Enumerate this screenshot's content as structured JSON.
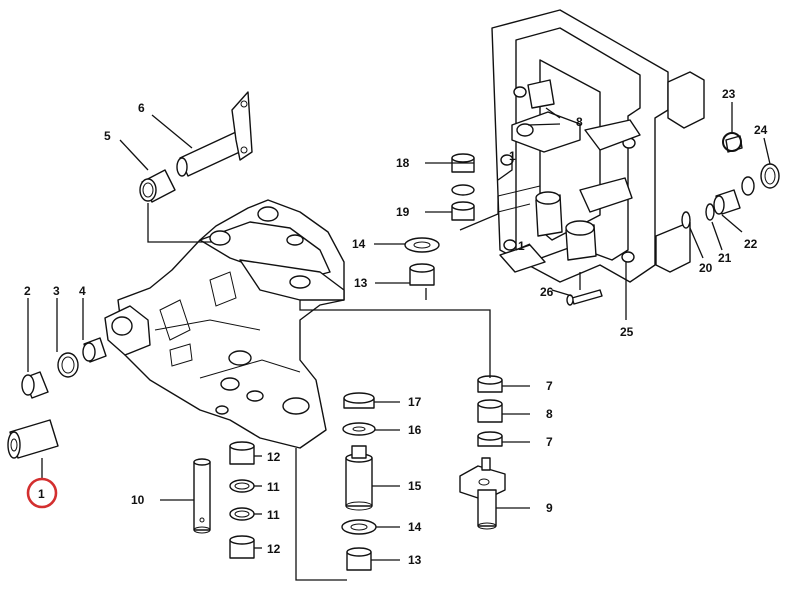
{
  "highlight_color": "#d32f2f",
  "callouts": [
    {
      "id": "c1",
      "label": "1",
      "highlighted": true
    },
    {
      "id": "c2",
      "label": "2"
    },
    {
      "id": "c3",
      "label": "3"
    },
    {
      "id": "c4",
      "label": "4"
    },
    {
      "id": "c5",
      "label": "5"
    },
    {
      "id": "c6",
      "label": "6"
    },
    {
      "id": "c7a",
      "label": "7"
    },
    {
      "id": "c7b",
      "label": "7"
    },
    {
      "id": "c8a",
      "label": "8"
    },
    {
      "id": "c8b",
      "label": "8"
    },
    {
      "id": "c9",
      "label": "9"
    },
    {
      "id": "c10",
      "label": "10"
    },
    {
      "id": "c11a",
      "label": "11"
    },
    {
      "id": "c11b",
      "label": "11"
    },
    {
      "id": "c12a",
      "label": "12"
    },
    {
      "id": "c12b",
      "label": "12"
    },
    {
      "id": "c13a",
      "label": "13"
    },
    {
      "id": "c13b",
      "label": "13"
    },
    {
      "id": "c14a",
      "label": "14"
    },
    {
      "id": "c14b",
      "label": "14"
    },
    {
      "id": "c15",
      "label": "15"
    },
    {
      "id": "c16",
      "label": "16"
    },
    {
      "id": "c17",
      "label": "17"
    },
    {
      "id": "c18",
      "label": "18"
    },
    {
      "id": "c19",
      "label": "19"
    },
    {
      "id": "c20",
      "label": "20"
    },
    {
      "id": "c21",
      "label": "21"
    },
    {
      "id": "c22",
      "label": "22"
    },
    {
      "id": "c23",
      "label": "23"
    },
    {
      "id": "c24",
      "label": "24"
    },
    {
      "id": "c25",
      "label": "25"
    },
    {
      "id": "c26",
      "label": "26"
    },
    {
      "id": "c1f1",
      "label": "1"
    },
    {
      "id": "c1f2",
      "label": "1"
    }
  ]
}
